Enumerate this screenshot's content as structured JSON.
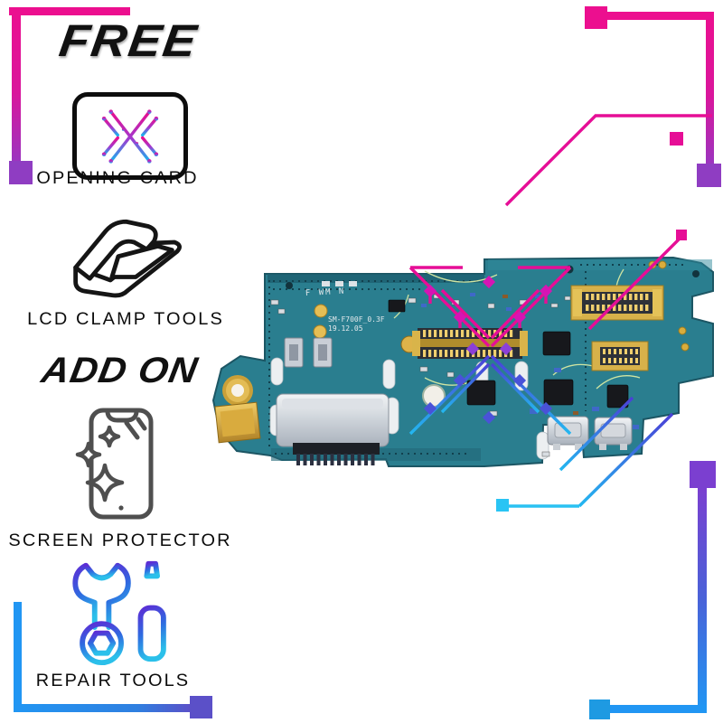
{
  "promo": {
    "free_label": "FREE",
    "addon_label": "ADD ON",
    "items": [
      {
        "label": "OPENING CARD"
      },
      {
        "label": "LCD CLAMP TOOLS"
      },
      {
        "label": "SCREEN PROTECTOR"
      },
      {
        "label": "REPAIR TOOLS"
      }
    ]
  },
  "board": {
    "silkscreen_model": "SM-F700F_0.3F",
    "silkscreen_date": "19.12.05",
    "silkscreen_marks": "F WM N"
  },
  "colors": {
    "accent_pink": "#ec0f8f",
    "accent_purple": "#8f3dc2",
    "accent_blue": "#2196f3",
    "accent_indigo": "#5b50c8",
    "board_teal": "#2a7e8f",
    "gold": "#d9a93d"
  }
}
